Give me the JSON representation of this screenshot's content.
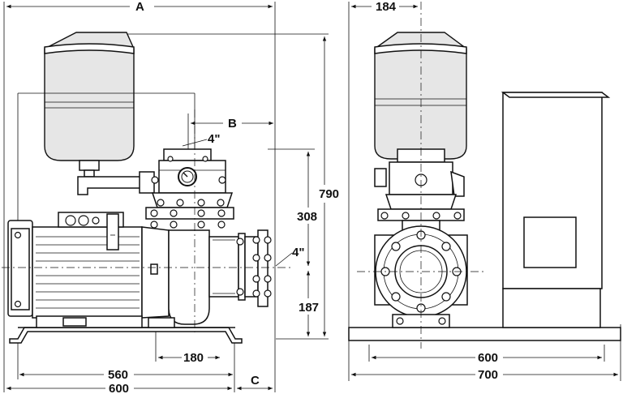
{
  "labels": {
    "dim_a": "A",
    "dim_b": "B",
    "dim_c": "C",
    "dim_790": "790",
    "dim_308": "308",
    "dim_187": "187",
    "dim_180": "180",
    "dim_560": "560",
    "dim_600_front": "600",
    "dim_184": "184",
    "dim_600_side": "600",
    "dim_700": "700",
    "pipe_top": "4\"",
    "pipe_side": "4\""
  },
  "colors": {
    "line": "#111111",
    "background": "#ffffff",
    "tank_shade": "#e6e6e6"
  }
}
